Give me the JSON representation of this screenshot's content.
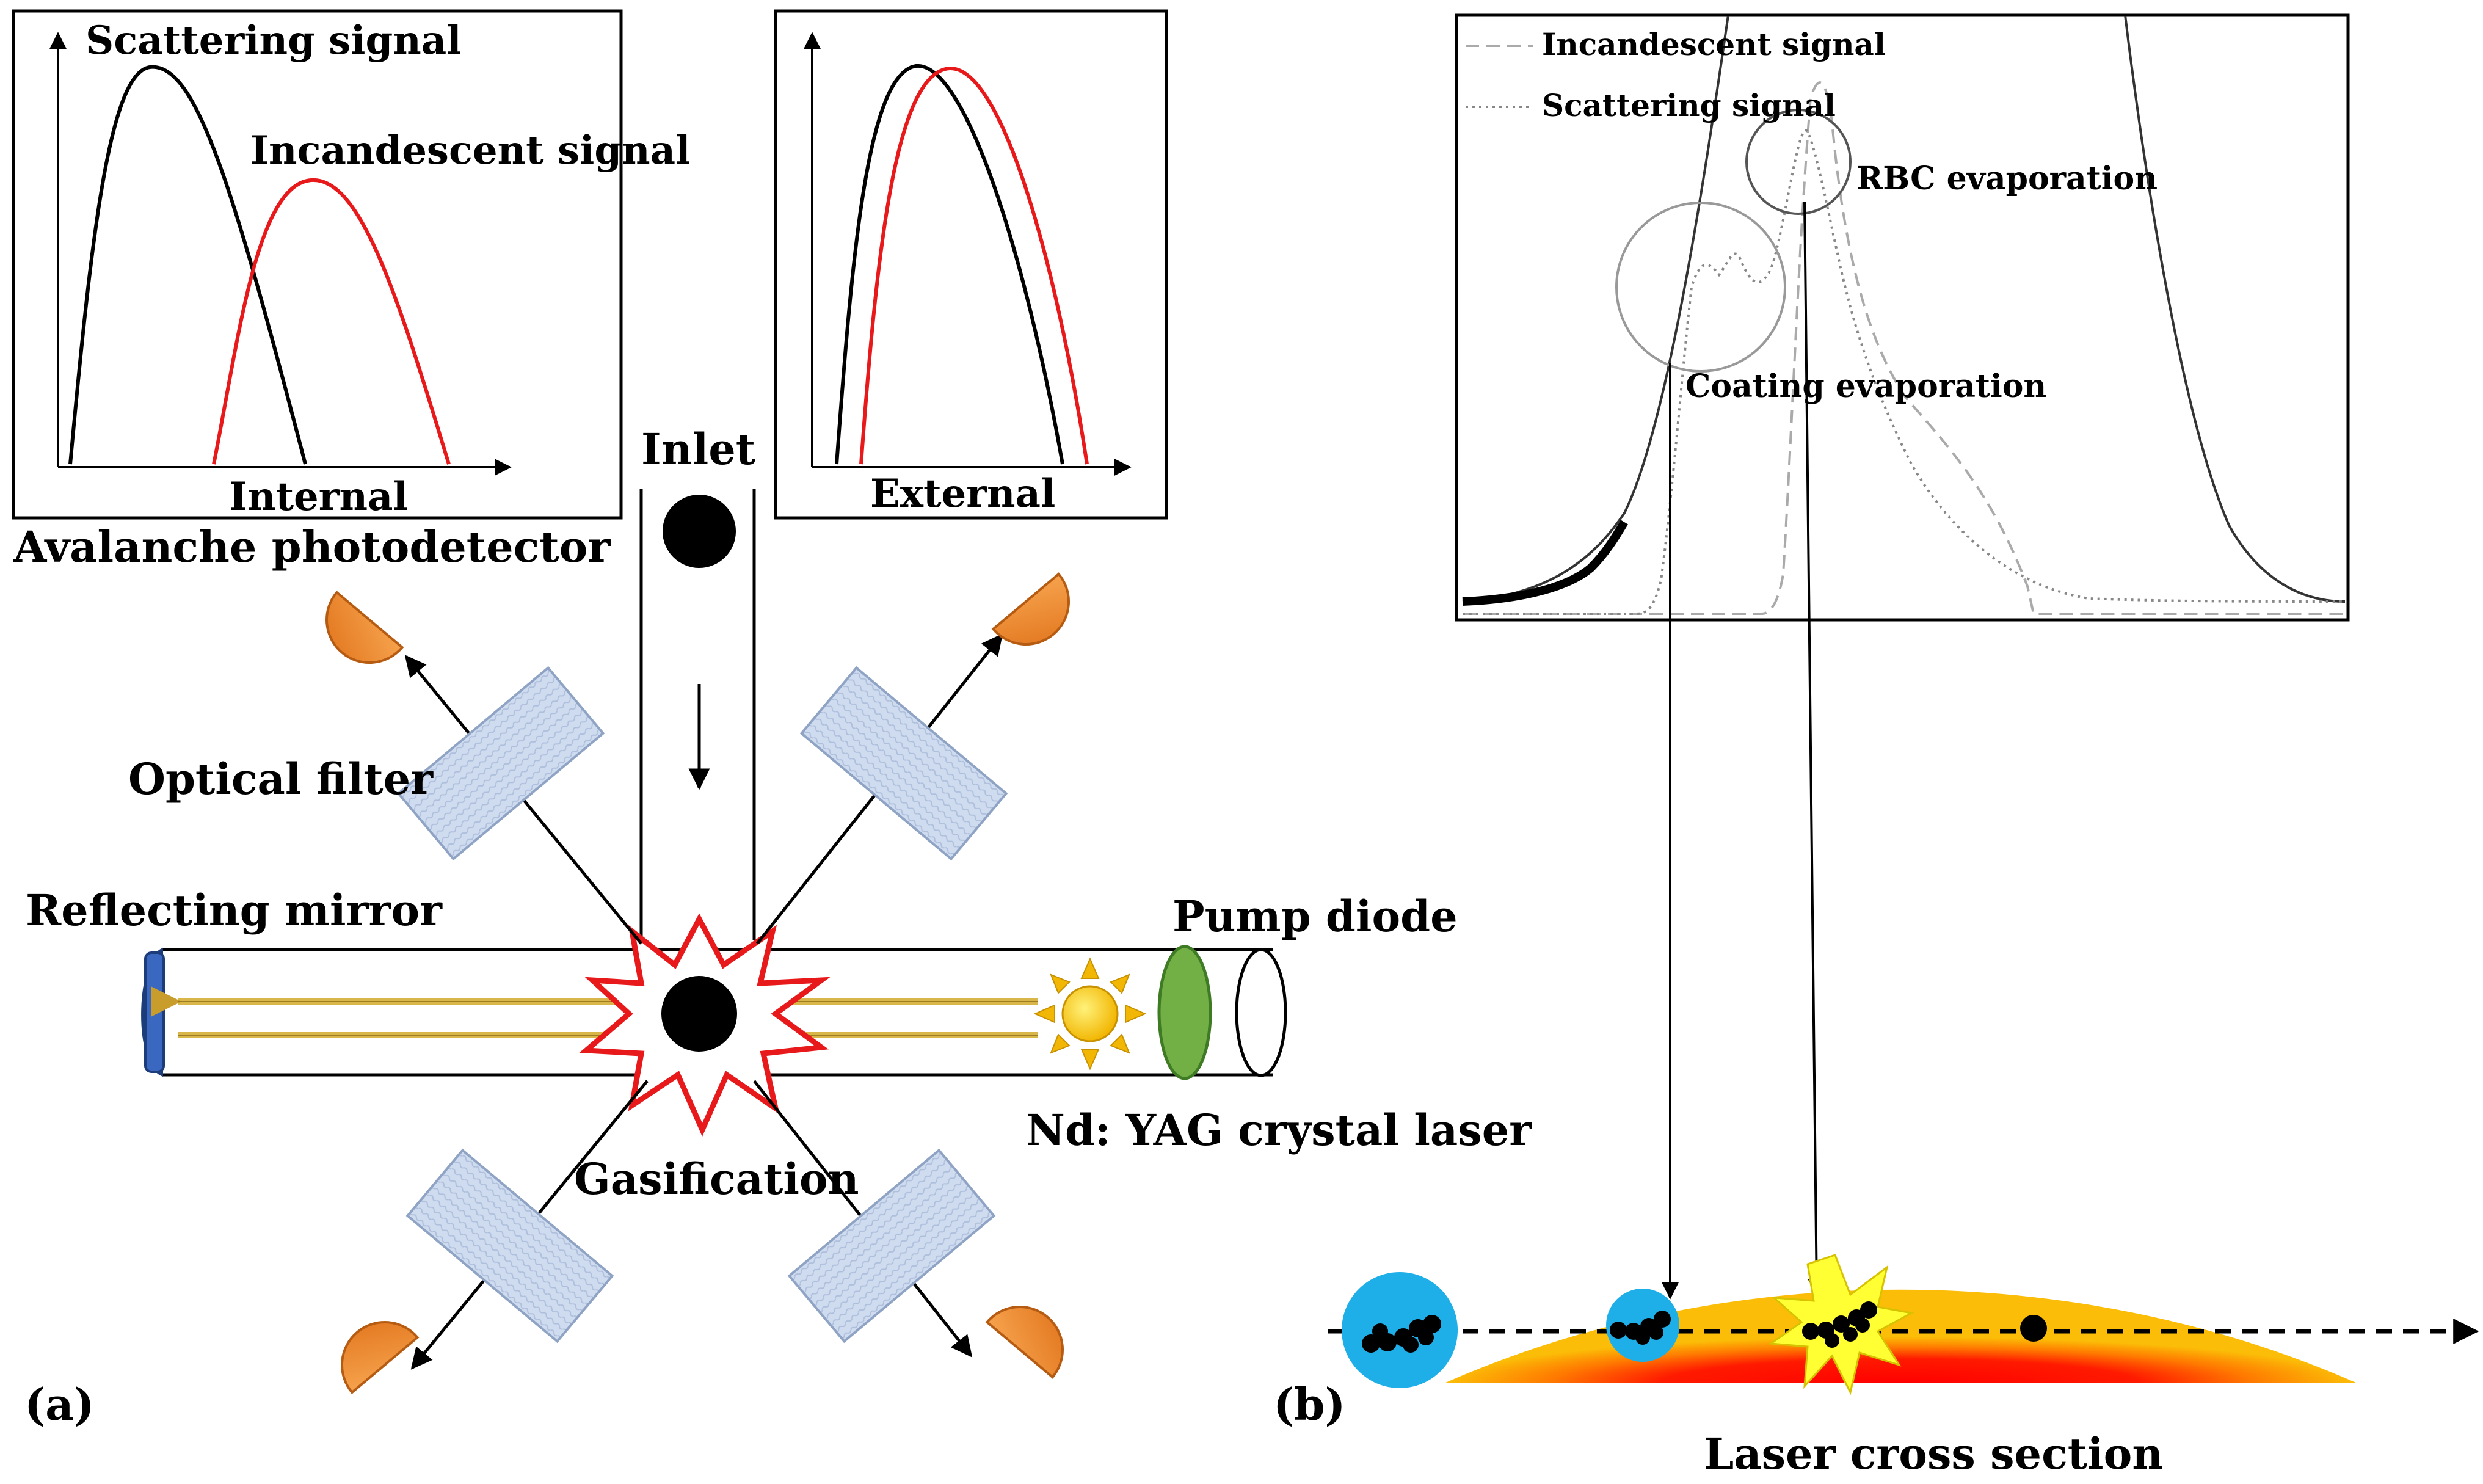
{
  "panel_a": {
    "internal_plot": {
      "scattering_label": "Scattering signal",
      "incandescent_label": "Incandescent signal",
      "axis_label": "Internal"
    },
    "external_plot": {
      "axis_label": "External"
    },
    "inlet_label": "Inlet",
    "avalanche_label": "Avalanche photodetector",
    "optical_filter_label": "Optical filter",
    "reflecting_mirror_label": "Reflecting mirror",
    "pump_diode_label": "Pump diode",
    "laser_label": "Nd: YAG crystal laser",
    "gasification_label": "Gasification",
    "tag": "(a)"
  },
  "panel_b": {
    "legend": {
      "incandescent": "Incandescent signal",
      "scattering": "Scattering signal"
    },
    "rbc_label": "RBC evaporation",
    "coating_label": "Coating evaporation",
    "cross_section_label": "Laser cross section",
    "tag": "(b)"
  },
  "colors": {
    "scattering_curve": "#000000",
    "incandescent_curve": "#e8191a",
    "detector": "#f0892e",
    "filter": "#c9d6ec",
    "mirror": "#2f5aa8",
    "pump_diode": "#72b046",
    "laser_beam": "#d9b64a",
    "cross_section_outer": "#fbbd07",
    "cross_section_core": "#ff0000",
    "particle_coating": "#1eaee8",
    "flash": "#ffff33"
  }
}
